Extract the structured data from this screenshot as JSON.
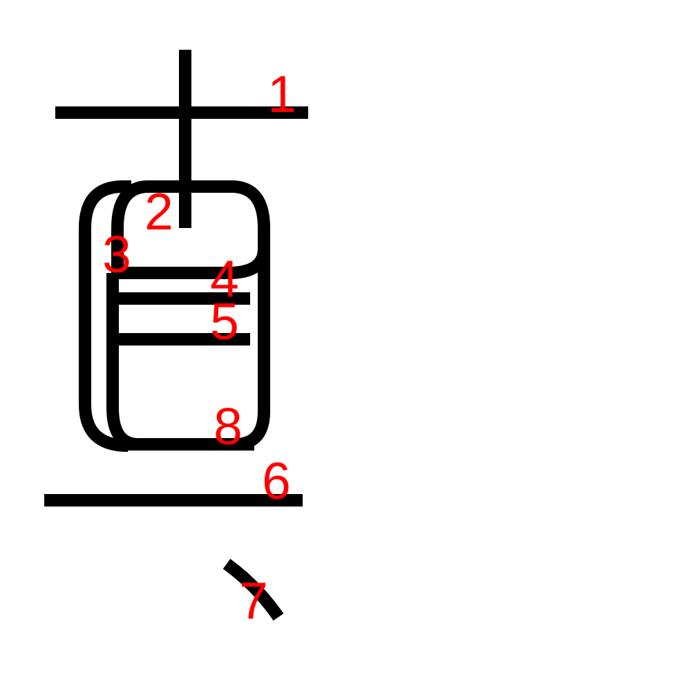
{
  "colors": {
    "background": "#ffffff",
    "stroke": "#000000",
    "number": "#ff0000"
  },
  "strokes": [
    {
      "id": "stroke-1",
      "number": "1"
    },
    {
      "id": "stroke-2",
      "number": "2"
    },
    {
      "id": "stroke-3",
      "number": "3"
    },
    {
      "id": "stroke-4",
      "number": "4"
    },
    {
      "id": "stroke-5",
      "number": "5"
    },
    {
      "id": "stroke-6",
      "number": "6"
    },
    {
      "id": "stroke-7",
      "number": "7"
    },
    {
      "id": "stroke-8",
      "number": "8"
    }
  ]
}
